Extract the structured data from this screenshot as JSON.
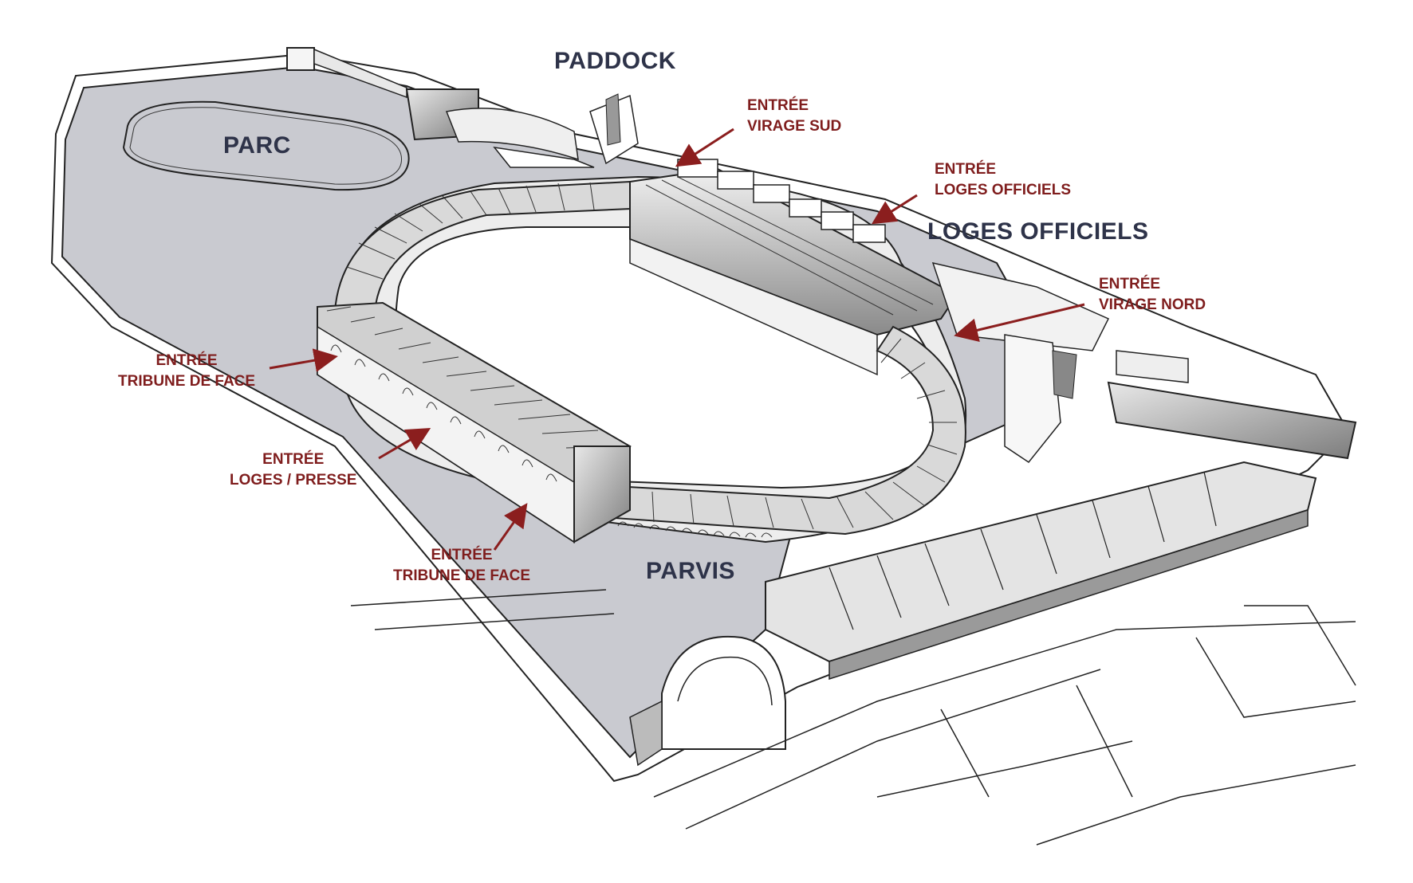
{
  "colors": {
    "ground": "#c9cad0",
    "ink": "#222222",
    "zone_text": "#2e3349",
    "entry_text": "#7f1d1d",
    "arrow": "#8b1e1e"
  },
  "zones": {
    "paddock": "PADDOCK",
    "parc": "PARC",
    "loges_officiels": "LOGES OFFICIELS",
    "parvis": "PARVIS"
  },
  "entries": {
    "virage_sud": {
      "line1": "ENTRÉE",
      "line2": "VIRAGE SUD"
    },
    "loges_officiels": {
      "line1": "ENTRÉE",
      "line2": "LOGES OFFICIELS"
    },
    "virage_nord": {
      "line1": "ENTRÉE",
      "line2": "VIRAGE NORD"
    },
    "tribune_face_1": {
      "line1": "ENTRÉE",
      "line2": "TRIBUNE DE FACE"
    },
    "loges_presse": {
      "line1": "ENTRÉE",
      "line2": "LOGES / PRESSE"
    },
    "tribune_face_2": {
      "line1": "ENTRÉE",
      "line2": "TRIBUNE DE FACE"
    }
  }
}
